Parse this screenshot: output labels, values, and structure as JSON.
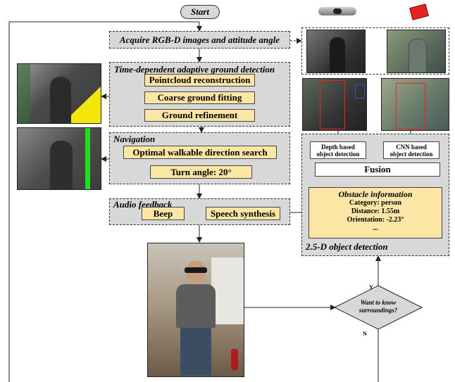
{
  "start": "Start",
  "acquire": "Acquire RGB-D images and attitude angle",
  "ground": {
    "title": "Time-dependent adaptive ground detection",
    "steps": [
      "Pointcloud reconstruction",
      "Coarse ground fitting",
      "Ground refinement"
    ]
  },
  "navigation": {
    "title": "Navigation",
    "search": "Optimal walkable direction search",
    "turn": "Turn angle: 20°"
  },
  "audio": {
    "title": "Audio feedback",
    "beep": "Beep",
    "speech": "Speech synthesis"
  },
  "detection": {
    "title": "2.5-D object detection",
    "depth_line1": "Depth based",
    "depth_line2": "object detection",
    "cnn_line1": "CNN based",
    "cnn_line2": "object detection",
    "fusion": "Fusion",
    "obstacle_title": "Obstacle information",
    "category": "Category: person",
    "distance": "Distance: 1.55m",
    "orientation": "Orientation: -2.23°",
    "more": "..."
  },
  "decision": {
    "line1": "Want to know",
    "line2": "surroundings?",
    "yes": "Y",
    "no": "N"
  }
}
